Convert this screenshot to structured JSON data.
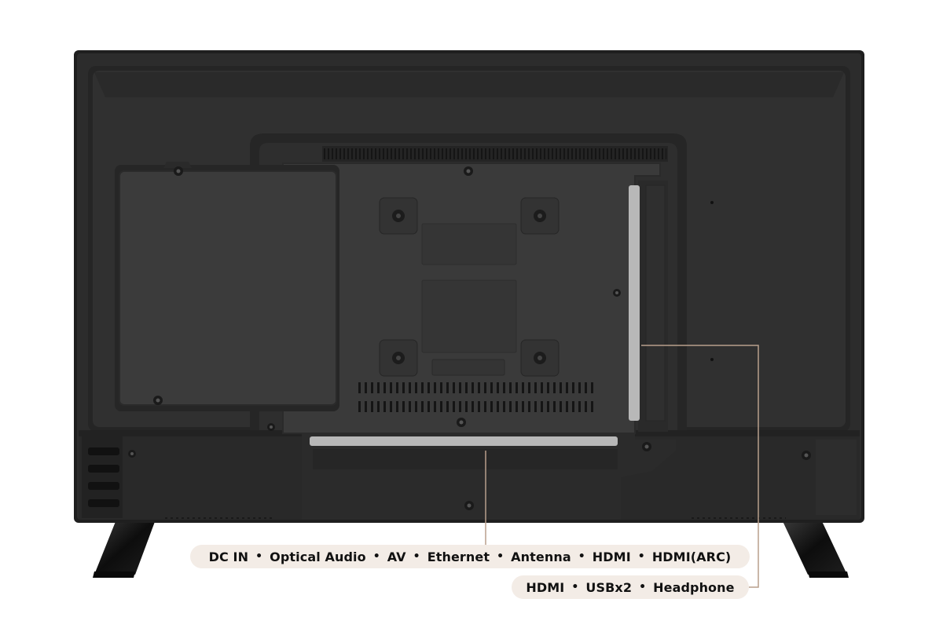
{
  "labels": {
    "bottom_ports": [
      "DC IN",
      "Optical Audio",
      "AV",
      "Ethernet",
      "Antenna",
      "HDMI",
      "HDMI(ARC)"
    ],
    "side_ports": [
      "HDMI",
      "USBx2",
      "Headphone"
    ],
    "separator": "•"
  },
  "colors": {
    "tv_body": "#2b2b2b",
    "tv_panel": "#333333",
    "pill_background": "#f3ece6",
    "callout_line": "#b89f8c"
  }
}
